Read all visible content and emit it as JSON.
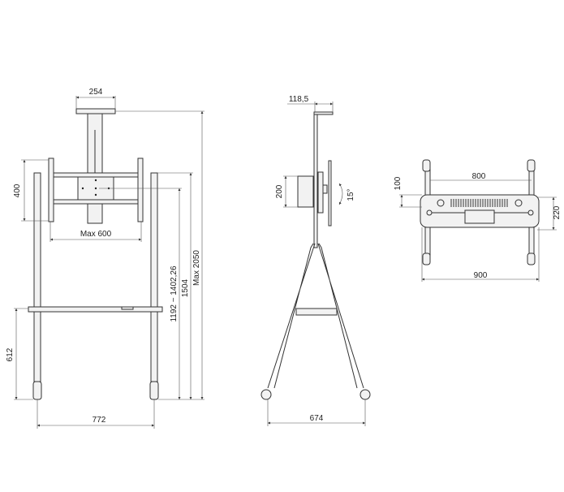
{
  "front_view": {
    "top_plate_width": "254",
    "vesa_height": "400",
    "vesa_width": "Max 600",
    "max_height": "Max 2050",
    "center_height_range": "1192 ~ 1402,26",
    "upright_height": "1504",
    "shelf_height": "612",
    "base_width": "772"
  },
  "side_view": {
    "arm_depth": "118,5",
    "box_height": "200",
    "tilt_angle": "15°",
    "base_depth": "674"
  },
  "top_view": {
    "inner_width": "800",
    "bar_offset": "100",
    "bar_depth": "220",
    "outer_width": "900"
  }
}
